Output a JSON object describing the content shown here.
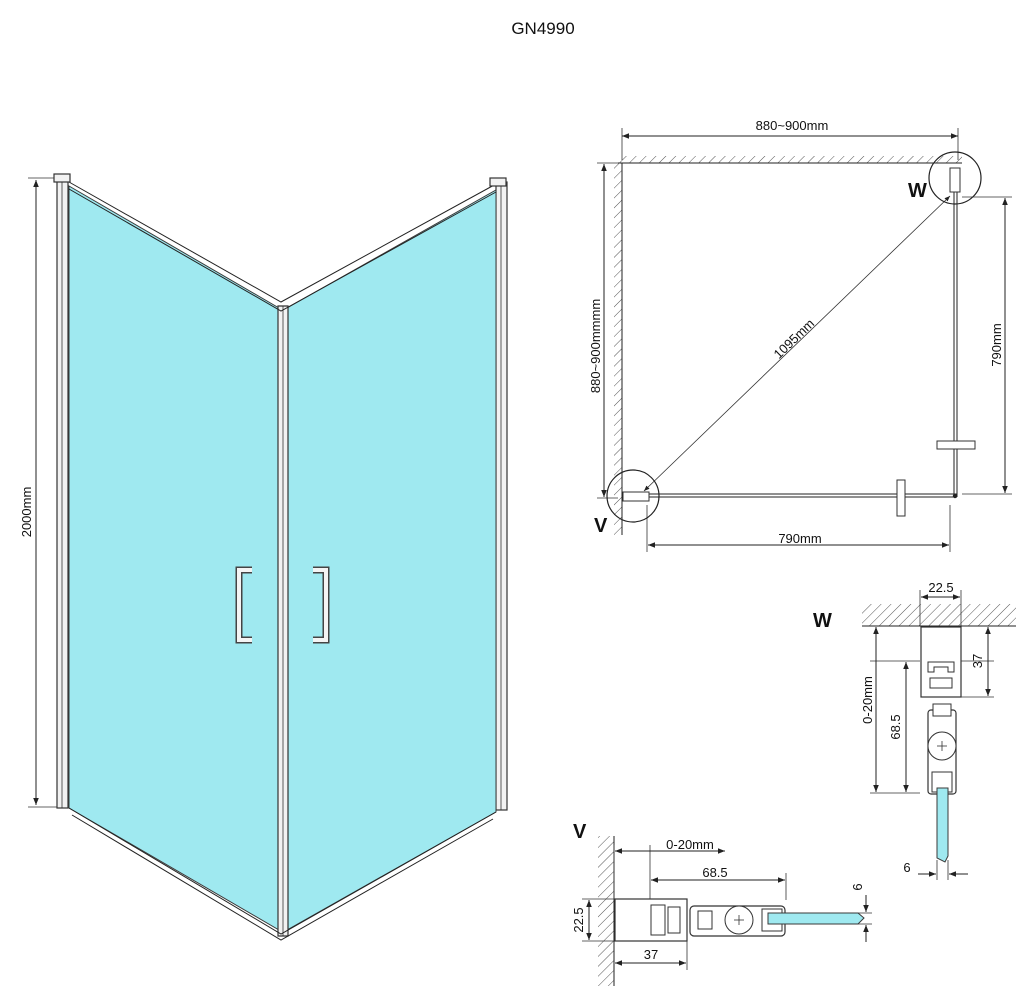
{
  "title": "GN4990",
  "perspective": {
    "height_label": "2000mm"
  },
  "plan": {
    "top_width_label": "880~900mm",
    "left_depth_label": "880~900mmmm",
    "diagonal_label": "1095mm",
    "right_side_label": "790mm",
    "bottom_side_label": "790mm",
    "detail_w_marker": "W",
    "detail_v_marker": "V"
  },
  "detail_w": {
    "marker": "W",
    "top_label": "22.5",
    "right_label": "37",
    "adjust_label": "0-20mm",
    "length_label": "68.5",
    "glass_label": "6"
  },
  "detail_v": {
    "marker": "V",
    "adjust_label": "0-20mm",
    "length_label": "68.5",
    "left_label": "22.5",
    "bottom_label": "37",
    "glass_label": "6"
  },
  "colors": {
    "glass": "#9fe9f0",
    "line": "#222222"
  }
}
